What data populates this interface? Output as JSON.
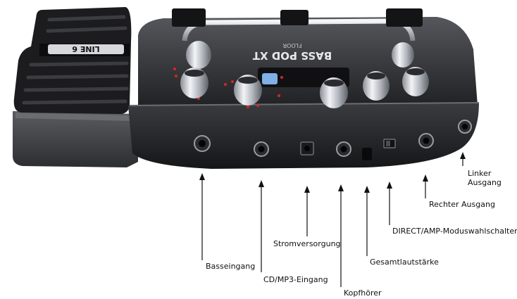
{
  "device": {
    "pedal_logo_text": "LINE 6",
    "product_name": "BASS POD XT",
    "product_line": "FLOOR"
  },
  "labels": {
    "bass_input": "Basseingang",
    "cd_mp3_input": "CD/MP3-Eingang",
    "power_supply": "Stromversorgung",
    "headphones": "Kopfhörer",
    "master_volume": "Gesamtlautstärke",
    "direct_amp_switch": "DIRECT/AMP-Moduswahlschalter",
    "right_output": "Rechter Ausgang",
    "left_output_line1": "Linker",
    "left_output_line2": "Ausgang"
  },
  "colors": {
    "body_dark": "#2a2b2e",
    "body_mid": "#4a4c50",
    "pedal": "#1c1c1e",
    "chrome": "#c9ccd2",
    "led_red": "#d8261f",
    "display_blue": "#7fb0e6"
  }
}
